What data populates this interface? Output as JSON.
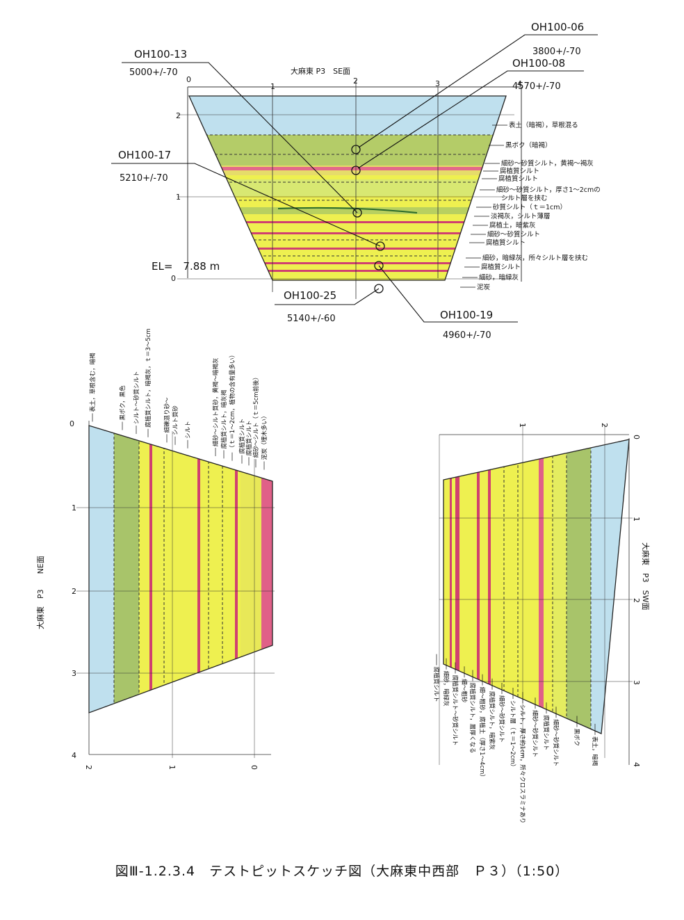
{
  "colors": {
    "sky": "#bfe0ee",
    "green": "#a8c46a",
    "yellow": "#f0f04a",
    "pink": "#e0507a",
    "line": "#222222"
  },
  "se": {
    "title": "大麻東 P3　SE面",
    "axis": [
      "0",
      "1",
      "2",
      "3",
      "4"
    ],
    "depth": [
      "2",
      "1",
      "0"
    ],
    "el": "EL=　7.88 m",
    "samples": [
      {
        "id": "OH100-13",
        "age": "5000+/-70"
      },
      {
        "id": "OH100-06",
        "age": "3800+/-70"
      },
      {
        "id": "OH100-08",
        "age": "4570+/-70"
      },
      {
        "id": "OH100-17",
        "age": "5210+/-70"
      },
      {
        "id": "OH100-25",
        "age": "5140+/-60"
      },
      {
        "id": "OH100-19",
        "age": "4960+/-70"
      }
    ],
    "layers": [
      "表土（暗褐），草根混る",
      "黒ボク（暗褐）",
      "細砂～砂質シルト，黄褐～褐灰",
      "腐植質シルト",
      "腐植質シルト",
      "細砂～砂質シルト，厚さ1～2cmの",
      "シルト層を挟む",
      "砂質シルト（ｔ＝1cm）",
      "淡褐灰，シルト薄層",
      "腐植土，暗紫灰",
      "細砂～砂質シルト",
      "腐植質シルト",
      "細砂，暗緑灰，所々シルト層を挟む",
      "腐植質シルト",
      "細砂，暗緑灰",
      "泥炭"
    ]
  },
  "ne": {
    "title": "大麻東　P3　　NE面",
    "axis": [
      "2",
      "1",
      "0"
    ],
    "depth": [
      "0",
      "1",
      "2",
      "3",
      "4"
    ],
    "layers": [
      "表土，草根含む，暗褐",
      "黒ボク，黒色",
      "シルト～砂質シルト",
      "腐植質シルト，暗褐灰，ｔ＝3～5cm",
      "細礫混り砂～",
      "シルト質砂",
      "シルト",
      "細砂～シルト質砂，黄褐～暗褐灰",
      "腐植質シルト，暗灰褐",
      "（ｔ＝1～2cm，植物の含有量多い）",
      "腐植質シルト",
      "腐植質シルト",
      "細砂～シルト（ｔ＝5cm前後）",
      "泥炭（埋木多い）"
    ]
  },
  "sw": {
    "title": "大麻東　P3　SW面",
    "axis": [
      "1",
      "2"
    ],
    "depth": [
      "0",
      "1",
      "2",
      "3",
      "4"
    ],
    "layers": [
      "表土，暗褐",
      "黒ボク",
      "細砂～砂質シルト",
      "腐植質シルト",
      "細砂～砂質シルト",
      "シルト，厚さ約1cm，所々クロスラミナあり",
      "シルト層（ｔ＝1～2cm）",
      "細砂～砂質シルト",
      "腐植質シルト，暗紫灰",
      "細～粗砂，腐植土（厚さ1～4cm）",
      "腐植質シルト，層厚くなる",
      "細～粗砂",
      "腐植質シルト～砂質シルト",
      "細砂，暗緑灰",
      "腐植質シルト"
    ]
  },
  "caption": "図Ⅲ-1.2.3.4　テストピットスケッチ図（大麻東中西部　Ｐ３）（1:50）"
}
